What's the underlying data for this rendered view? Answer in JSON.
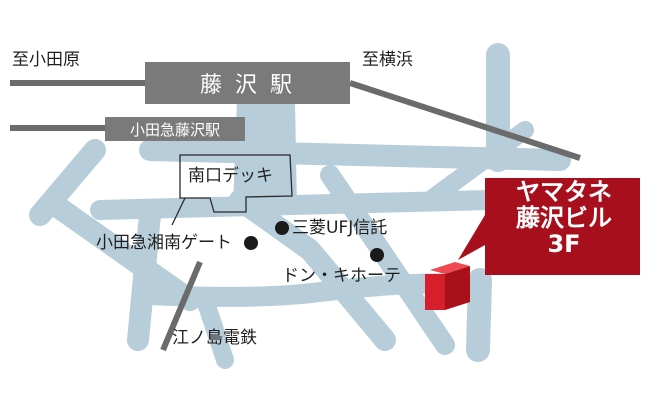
{
  "map": {
    "colors": {
      "road": "#b7cdd9",
      "rail": "#6b6b6b",
      "station_box": "#7a7a7a",
      "destination": "#a80f1c",
      "building": "#d71e2b",
      "landmark": "#1a1a1a",
      "text": "#1f1f1f"
    },
    "rail_labels": {
      "odawara": "至小田原",
      "yokohama": "至横浜"
    },
    "stations": {
      "fujisawa": "藤 沢 駅",
      "odakyu_fujisawa": "小田急藤沢駅"
    },
    "deck": "南口デッキ",
    "landmarks": {
      "odakyu_shonan_gate": "小田急湘南ゲート",
      "mufg_trust": "三菱UFJ信託",
      "don_quijote": "ドン・キホーテ",
      "enoshima_railway": "江ノ島電鉄"
    },
    "destination": {
      "line1": "ヤマタネ",
      "line2": "藤沢ビル",
      "line3": "3F"
    }
  }
}
